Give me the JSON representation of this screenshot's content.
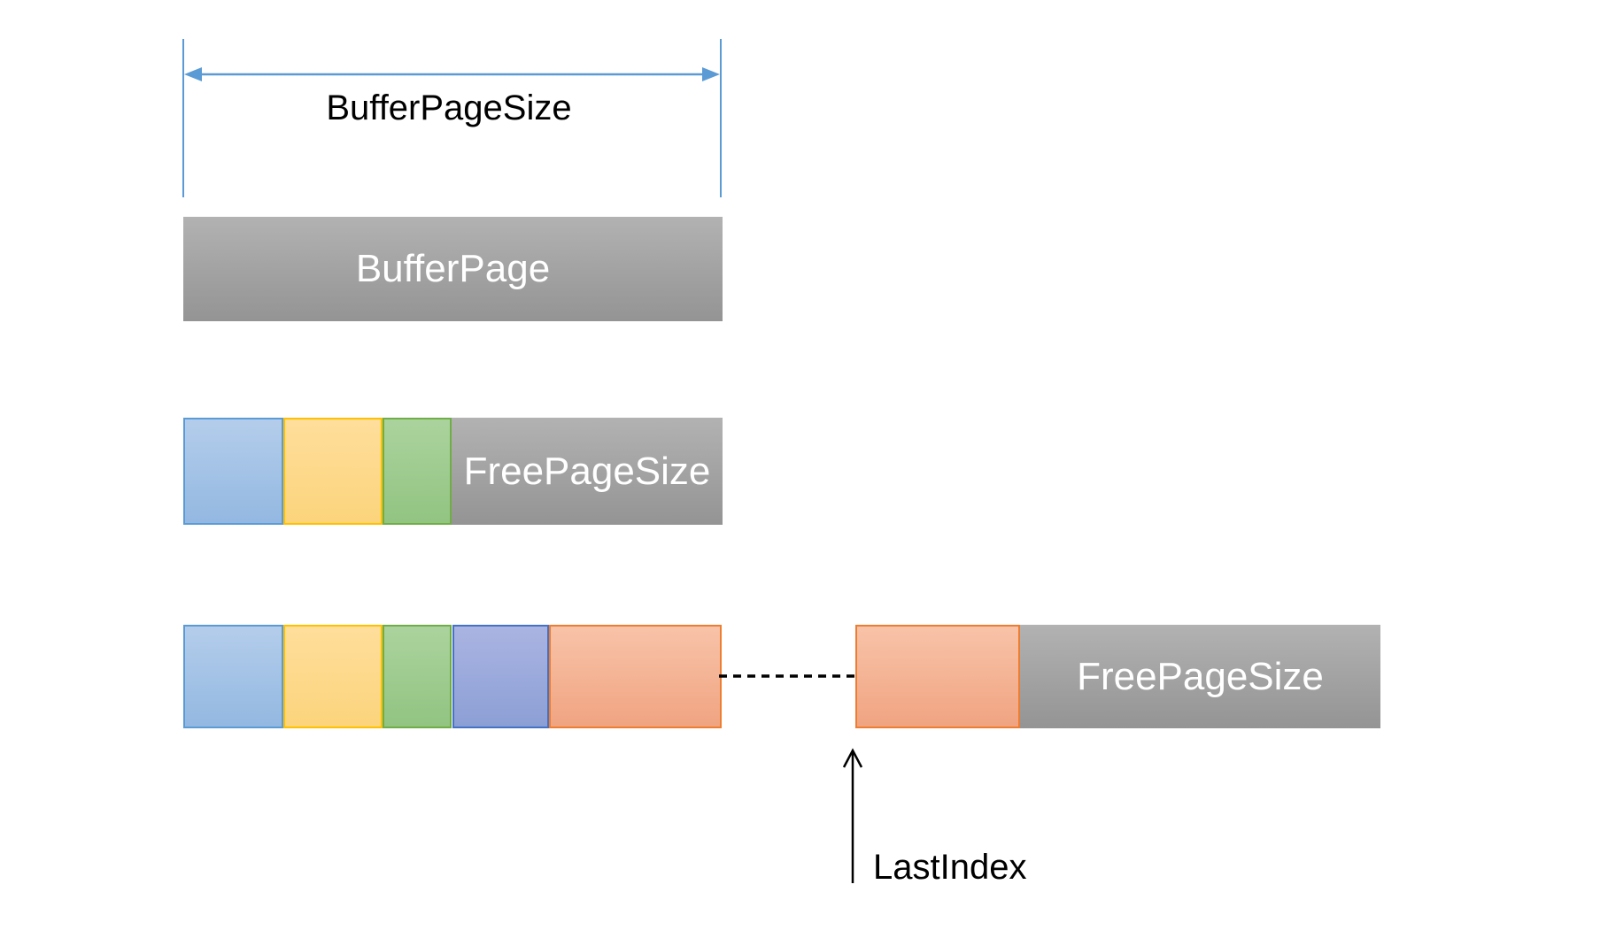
{
  "diagram": {
    "measure": {
      "label": "BufferPageSize"
    },
    "buffer_page": {
      "label": "BufferPage"
    },
    "row_allocated": {
      "free_label": "FreePageSize",
      "blocks": [
        "blue",
        "yellow",
        "green"
      ]
    },
    "row_full": {
      "free_label": "FreePageSize",
      "blocks": [
        "blue",
        "yellow",
        "green",
        "purple",
        "orange"
      ],
      "detached_block": "orange"
    },
    "last_index": {
      "label": "LastIndex"
    }
  },
  "colors": {
    "measure_arrow": "#5B9BD5",
    "annotation_text": "#000000",
    "bar_label_text": "#FFFFFF",
    "blue": {
      "top": "#b4cdeb",
      "bottom": "#93b8e1",
      "border": "#5B9BD5"
    },
    "yellow": {
      "top": "#fede9b",
      "bottom": "#fcd47c",
      "border": "#FFC000"
    },
    "green": {
      "top": "#abd39d",
      "bottom": "#92c482",
      "border": "#70AD47"
    },
    "purple": {
      "top": "#aab4e2",
      "bottom": "#8c9fd5",
      "border": "#4472C4"
    },
    "orange": {
      "top": "#f8c3a9",
      "bottom": "#f0a481",
      "border": "#ED7D31"
    },
    "gray": {
      "top": "#b2b2b2",
      "bottom": "#949494",
      "border": "transparent"
    }
  }
}
